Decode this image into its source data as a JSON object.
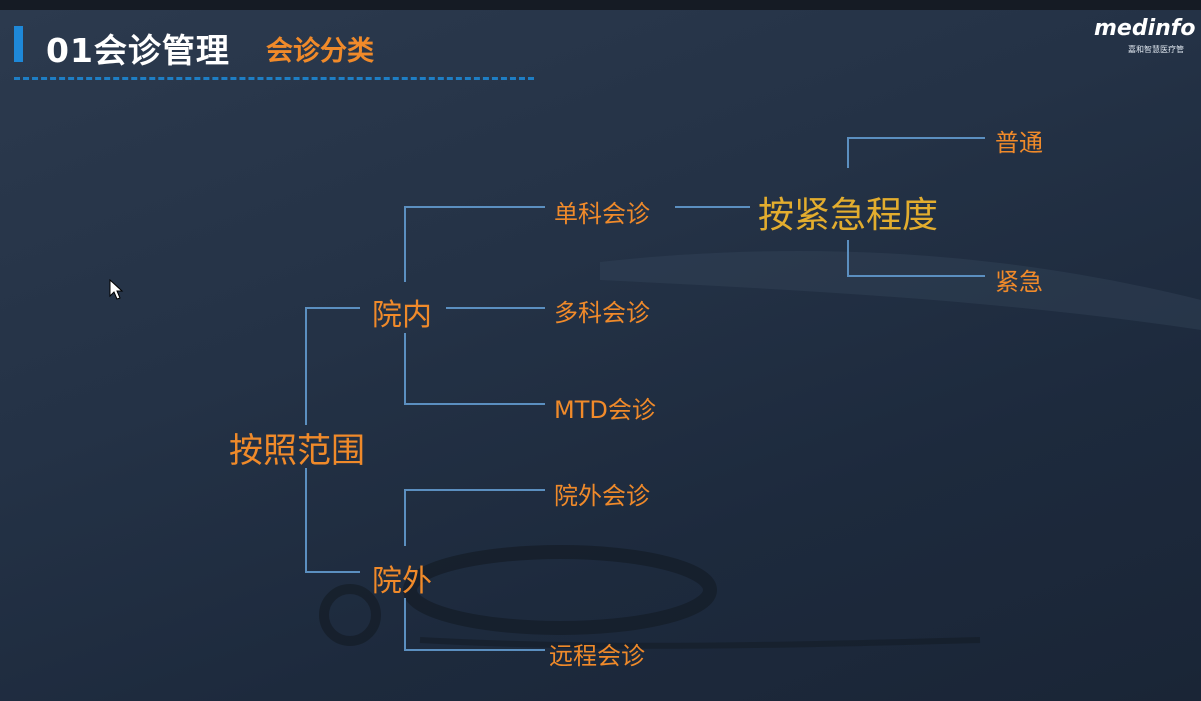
{
  "header": {
    "title": "01会诊管理",
    "subtitle": "会诊分类",
    "logo_text": "medinfo",
    "logo_subtext": "嘉和智慧医疗管"
  },
  "diagram": {
    "root": "按照范围",
    "inner": "院内",
    "outer": "院外",
    "single_dept": "单科会诊",
    "multi_dept": "多科会诊",
    "mtd": "MTD会诊",
    "outside": "院外会诊",
    "remote": "远程会诊",
    "urgency": "按紧急程度",
    "normal": "普通",
    "urgent": "紧急"
  },
  "colors": {
    "accent_blue": "#1e88d8",
    "node_orange": "#f08a2a",
    "node_gold": "#e3ad2e",
    "connector": "#5b8fc0"
  }
}
